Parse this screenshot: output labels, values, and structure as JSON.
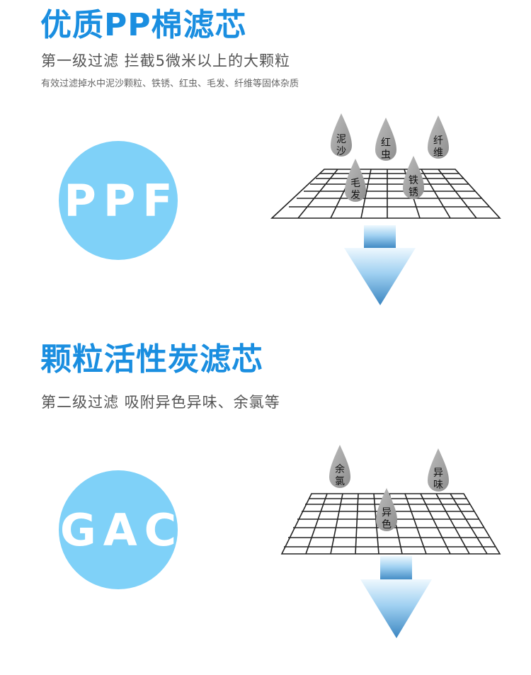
{
  "section1": {
    "title": "优质PP棉滤芯",
    "subtitle": "第一级过滤  拦截5微米以上的大颗粒",
    "description": "有效过滤掉水中泥沙颗粒、铁锈、红虫、毛发、纤维等固体杂质",
    "badge": "PPF",
    "drops": [
      {
        "l1": "泥",
        "l2": "沙"
      },
      {
        "l1": "红",
        "l2": "虫"
      },
      {
        "l1": "纤",
        "l2": "维"
      },
      {
        "l1": "毛",
        "l2": "发"
      },
      {
        "l1": "铁",
        "l2": "锈"
      }
    ]
  },
  "section2": {
    "title": "颗粒活性炭滤芯",
    "subtitle": "第二级过滤  吸附异色异味、余氯等",
    "badge": "GAC",
    "drops": [
      {
        "l1": "余",
        "l2": "氯"
      },
      {
        "l1": "异",
        "l2": "味"
      },
      {
        "l1": "异",
        "l2": "色"
      }
    ]
  },
  "colors": {
    "title": "#1a8ee0",
    "badge": "#7fd1f8",
    "drop": "#a9a9a9",
    "arrow_top": "#eef8fe",
    "arrow_bottom": "#3b86c1"
  }
}
